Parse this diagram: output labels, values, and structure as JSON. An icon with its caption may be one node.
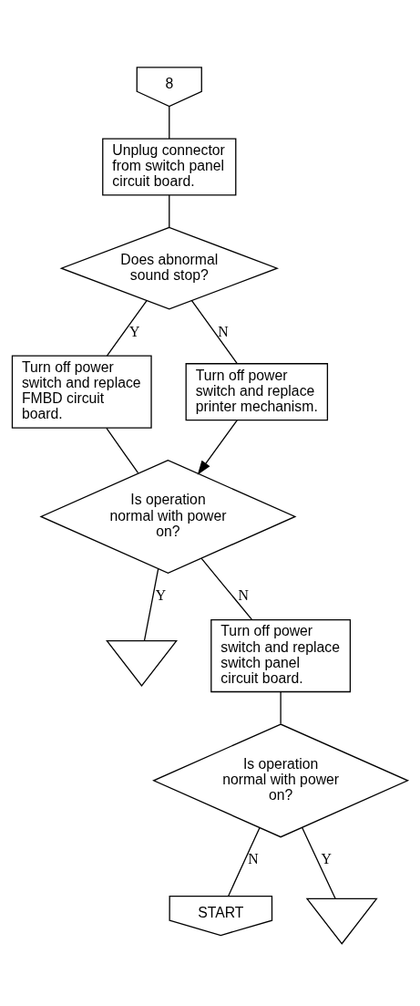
{
  "diagram": {
    "nodes": [
      {
        "text": [
          "8"
        ]
      },
      {
        "text": [
          "Unplug connector from switch panel circuit board."
        ]
      },
      {
        "text": [
          "Does abnormal sound stop?"
        ]
      },
      {
        "text": [
          "Turn off power switch and replace FMBD circuit board."
        ]
      },
      {
        "text": [
          "Turn off power switch and replace printer mechanism."
        ]
      },
      {
        "text": [
          "Is operation normal with power on?"
        ]
      },
      {
        "text": [],
        "shape": "triangle"
      },
      {
        "text": [
          "Turn off power switch and replace switch panel circuit board."
        ]
      },
      {
        "text": [
          "Is operation normal with power on?"
        ]
      },
      {
        "text": [
          "START"
        ]
      },
      {
        "text": [],
        "shape": "triangle"
      }
    ],
    "edges": [
      {
        "from": 0,
        "to": 1,
        "arrow": "none"
      },
      {
        "from": 1,
        "to": 2,
        "arrow": "none"
      },
      {
        "from": 2,
        "to": 3,
        "arrow": "none",
        "label": "Y"
      },
      {
        "from": 2,
        "to": 4,
        "arrow": "none",
        "label": "N"
      },
      {
        "from": 3,
        "to": 5,
        "arrow": "none"
      },
      {
        "from": 4,
        "to": 5,
        "arrow": "to"
      },
      {
        "from": 5,
        "to": 6,
        "arrow": "none",
        "label": "Y"
      },
      {
        "from": 5,
        "to": 7,
        "arrow": "none",
        "label": "N"
      },
      {
        "from": 7,
        "to": 8,
        "arrow": "none"
      },
      {
        "from": 8,
        "to": 9,
        "arrow": "none",
        "label": "N"
      },
      {
        "from": 8,
        "to": 10,
        "arrow": "none",
        "label": "Y"
      }
    ]
  }
}
